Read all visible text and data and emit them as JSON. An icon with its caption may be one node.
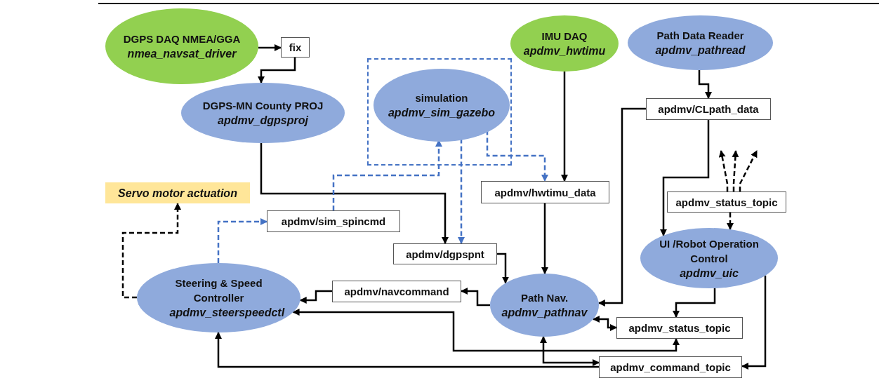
{
  "diagram": {
    "nodes": [
      {
        "text": [
          "DGPS DAQ NMEA/GGA",
          "nmea_navsat_driver"
        ]
      },
      {
        "text": [
          "fix"
        ]
      },
      {
        "text": [],
        "shape": "box"
      },
      {
        "text": [
          "simulation",
          "apdmv_sim_gazebo"
        ],
        "in": 2
      },
      {
        "text": [
          "IMU DAQ",
          "apdmv_hwtimu"
        ]
      },
      {
        "text": [
          "Path Data Reader",
          "apdmv_pathread"
        ]
      },
      {
        "text": [
          "DGPS-MN County PROJ",
          "apdmv_dgpsproj"
        ]
      },
      {
        "text": [
          "apdmv/CLpath_data"
        ]
      },
      {
        "text": [
          "Servo motor actuation"
        ]
      },
      {
        "text": [
          "apdmv/hwtimu_data"
        ]
      },
      {
        "text": [
          "apdmv_status_topic"
        ]
      },
      {
        "text": [
          "apdmv/sim_spincmd"
        ]
      },
      {
        "text": [
          "apdmv/dgpspnt"
        ]
      },
      {
        "text": [
          "UI /Robot Operation Control",
          "apdmv_uic"
        ]
      },
      {
        "text": [
          "Steering & Speed Controller",
          "apdmv_steerspeedctl"
        ]
      },
      {
        "text": [
          "apdmv/navcommand"
        ]
      },
      {
        "text": [
          "Path Nav.",
          "apdmv_pathnav"
        ]
      },
      {
        "text": [
          "apdmv_status_topic"
        ]
      },
      {
        "text": [
          "apdmv_command_topic"
        ]
      }
    ],
    "edges": [
      {
        "from": 0,
        "to": 1,
        "arrow": "to"
      },
      {
        "from": 1,
        "to": 6,
        "arrow": "to"
      },
      {
        "from": 6,
        "to": 12,
        "arrow": "to"
      },
      {
        "from": 3,
        "to": 12,
        "arrow": "to",
        "style": "dashed",
        "color": "#4472c4"
      },
      {
        "from": 3,
        "to": 9,
        "arrow": "to",
        "style": "dashed",
        "color": "#4472c4"
      },
      {
        "from": 4,
        "to": 9,
        "arrow": "to"
      },
      {
        "from": 5,
        "to": 7,
        "arrow": "to"
      },
      {
        "from": 7,
        "to": 16,
        "arrow": "to"
      },
      {
        "from": 7,
        "to": 13,
        "arrow": "to"
      },
      {
        "from": 9,
        "to": 16,
        "arrow": "to"
      },
      {
        "from": 10,
        "to": null,
        "arrow": "to",
        "style": "dashed"
      },
      {
        "from": 10,
        "to": null,
        "arrow": "to",
        "style": "dashed"
      },
      {
        "from": 10,
        "to": null,
        "arrow": "to",
        "style": "dashed"
      },
      {
        "from": 10,
        "to": 13,
        "arrow": "to",
        "style": "dashed"
      },
      {
        "from": 13,
        "to": 17,
        "arrow": "to"
      },
      {
        "from": 13,
        "to": 18,
        "arrow": "to"
      },
      {
        "from": 12,
        "to": 16,
        "arrow": "to"
      },
      {
        "from": 16,
        "to": 15,
        "arrow": "to"
      },
      {
        "from": 15,
        "to": 14,
        "arrow": "to"
      },
      {
        "from": 16,
        "to": 17,
        "arrow": "both"
      },
      {
        "from": 17,
        "to": 14,
        "arrow": "both"
      },
      {
        "from": 16,
        "to": 18,
        "arrow": "both"
      },
      {
        "from": 18,
        "to": 14,
        "arrow": "to"
      },
      {
        "from": 14,
        "to": 8,
        "arrow": "to",
        "style": "dashed"
      },
      {
        "from": 14,
        "to": 11,
        "arrow": "to",
        "style": "dashed",
        "color": "#4472c4"
      },
      {
        "from": 11,
        "to": 3,
        "arrow": "to",
        "style": "dashed",
        "color": "#4472c4"
      }
    ]
  }
}
